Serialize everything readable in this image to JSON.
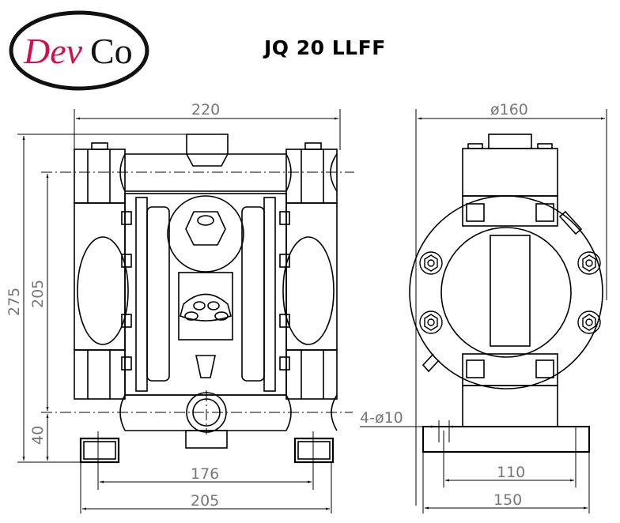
{
  "logo": {
    "text_red": "Dev",
    "text_black": "Co",
    "red_color": "#d0104a"
  },
  "title": "JQ 20 LLFF",
  "front_view": {
    "dimensions": {
      "overall_width": "220",
      "overall_height": "275",
      "port_center_distance": "205",
      "base_to_outlet": "40",
      "mount_hole_spacing": "176",
      "base_width": "205"
    }
  },
  "side_view": {
    "dimensions": {
      "diameter": "ø160",
      "mount_holes": "4-ø10",
      "hole_spacing": "110",
      "base_depth": "150"
    }
  }
}
